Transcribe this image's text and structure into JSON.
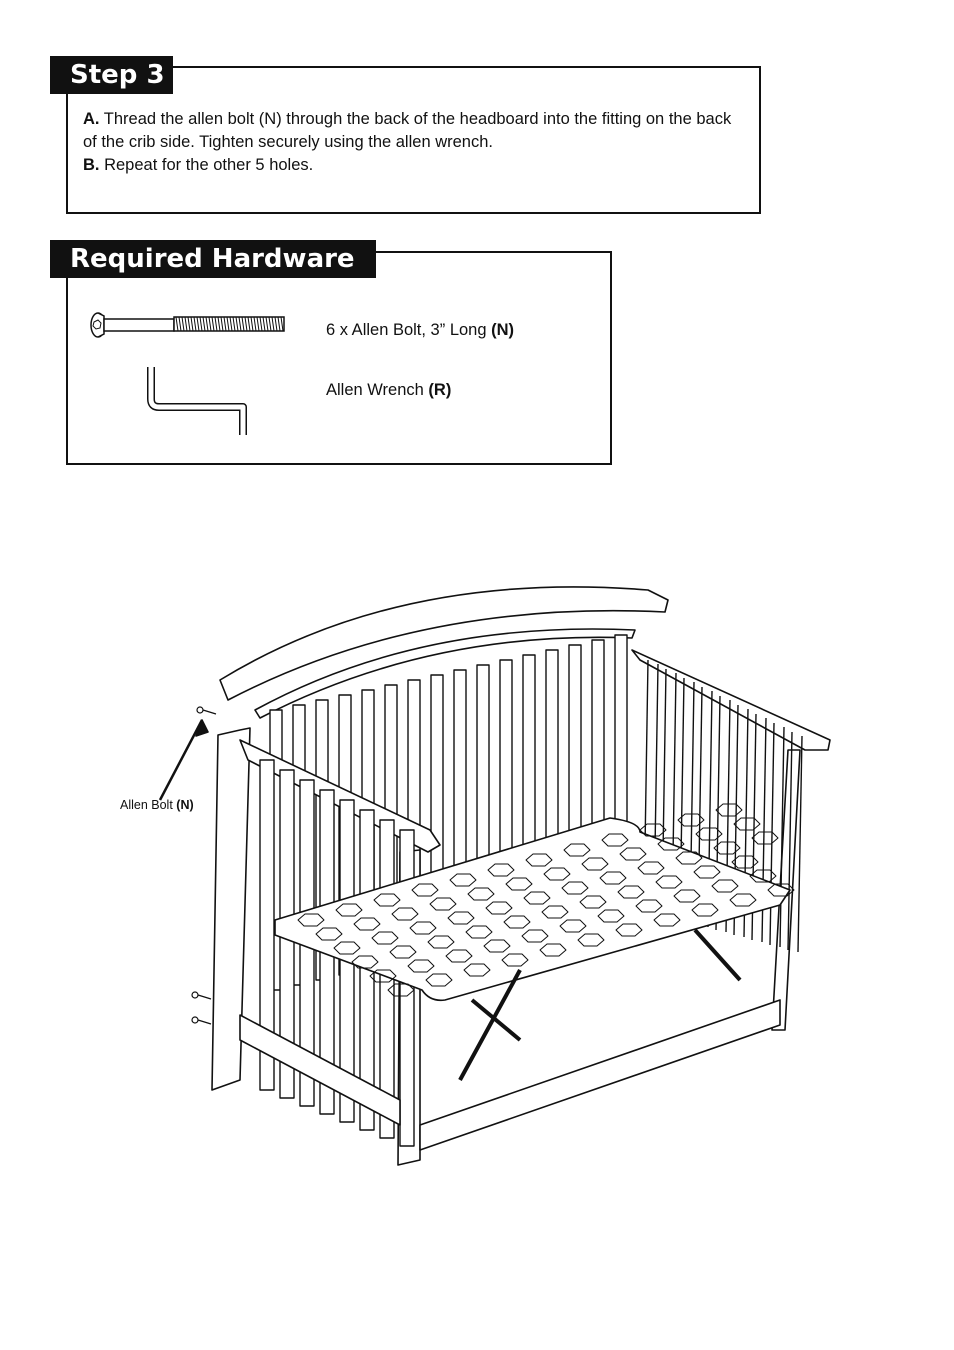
{
  "step": {
    "title": "Step 3",
    "a_letter": "A.",
    "a_text": " Thread the allen bolt (N) through the back of the headboard into the fitting on the back of the crib side. Tighten securely using the allen wrench.",
    "b_letter": "B.",
    "b_text": " Repeat for the other 5 holes."
  },
  "hardware": {
    "title": "Required Hardware",
    "items": [
      {
        "label": "6 x Allen Bolt, 3” Long ",
        "code": "(N)",
        "icon": "allen-bolt-icon"
      },
      {
        "label": "Allen Wrench ",
        "code": "(R)",
        "icon": "allen-wrench-icon"
      }
    ]
  },
  "diagram": {
    "callout_label": "Allen Bolt ",
    "callout_code": "(N)",
    "icon": "crib-assembly-illustration"
  },
  "colors": {
    "ink": "#111111",
    "paper": "#ffffff"
  }
}
